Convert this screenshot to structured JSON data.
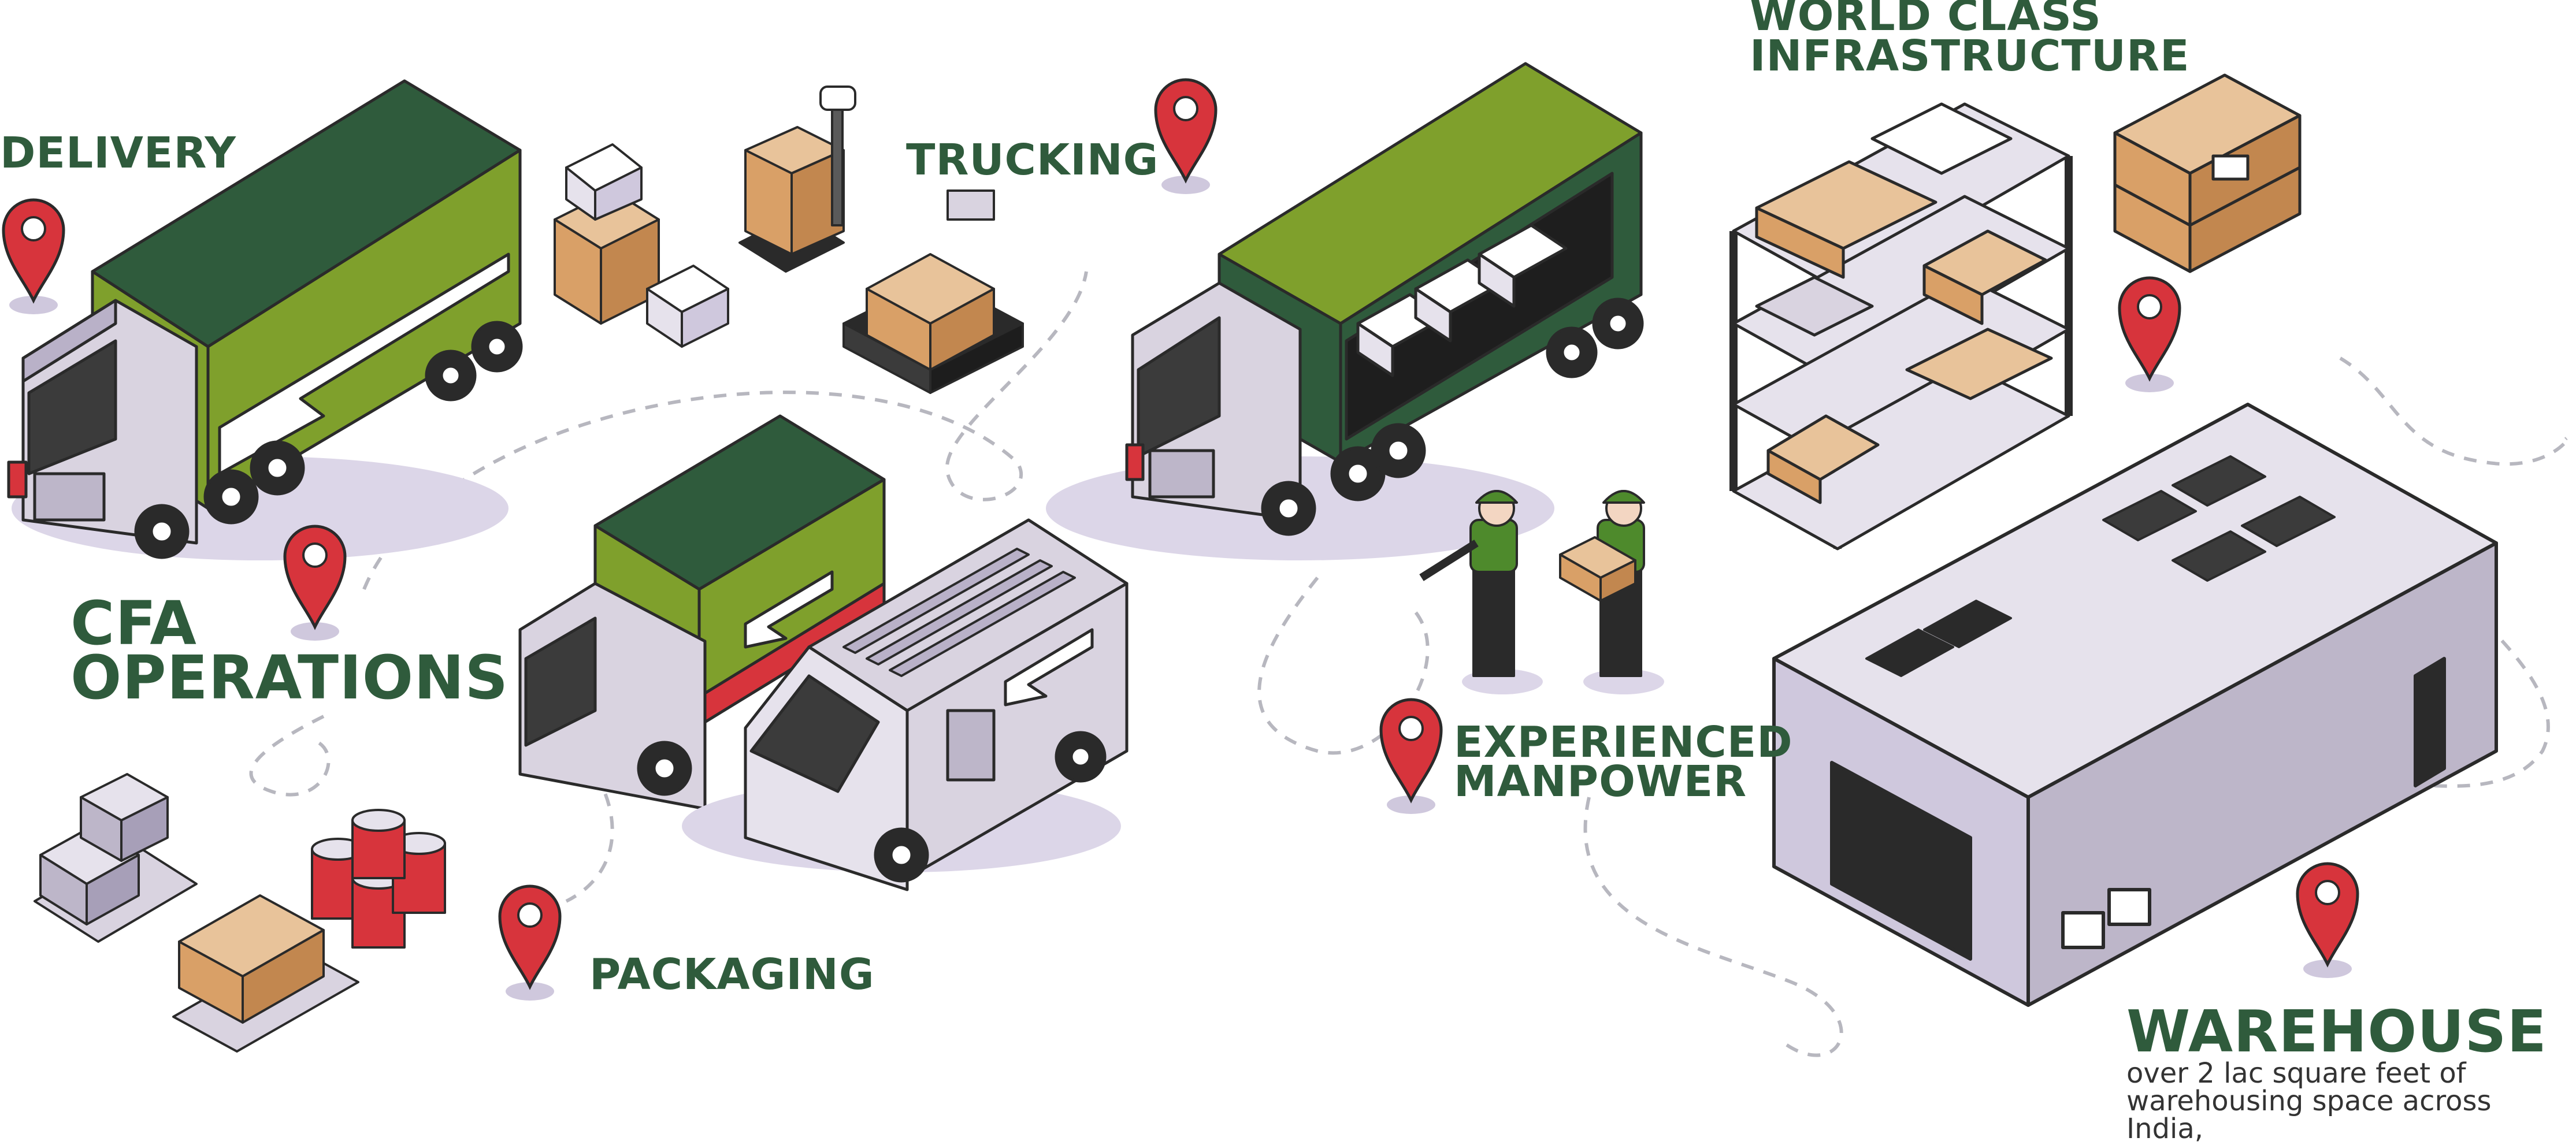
{
  "labels": {
    "delivery": "DELIVERY",
    "trucking": "TRUCKING",
    "world_class": "WORLD CLASS",
    "infrastructure": "INFRASTRUCTURE",
    "cfa": "CFA",
    "operations": "OPERATIONS",
    "experienced": "EXPERIENCED",
    "manpower": "MANPOWER",
    "packaging": "PACKAGING",
    "warehouse": "WAREHOUSE",
    "warehouse_desc": "over 2 lac square feet of warehousing space across India,"
  },
  "colors": {
    "label_green": "#2f5b3c",
    "dark_green": "#2f5b3c",
    "light_green": "#7fa02c",
    "pin_red": "#d7343c",
    "vehicle_gray": "#d9d3e0",
    "box_tan": "#d9a067",
    "outline": "#2a2a2a"
  },
  "icons": [
    "location-pin-icon"
  ]
}
